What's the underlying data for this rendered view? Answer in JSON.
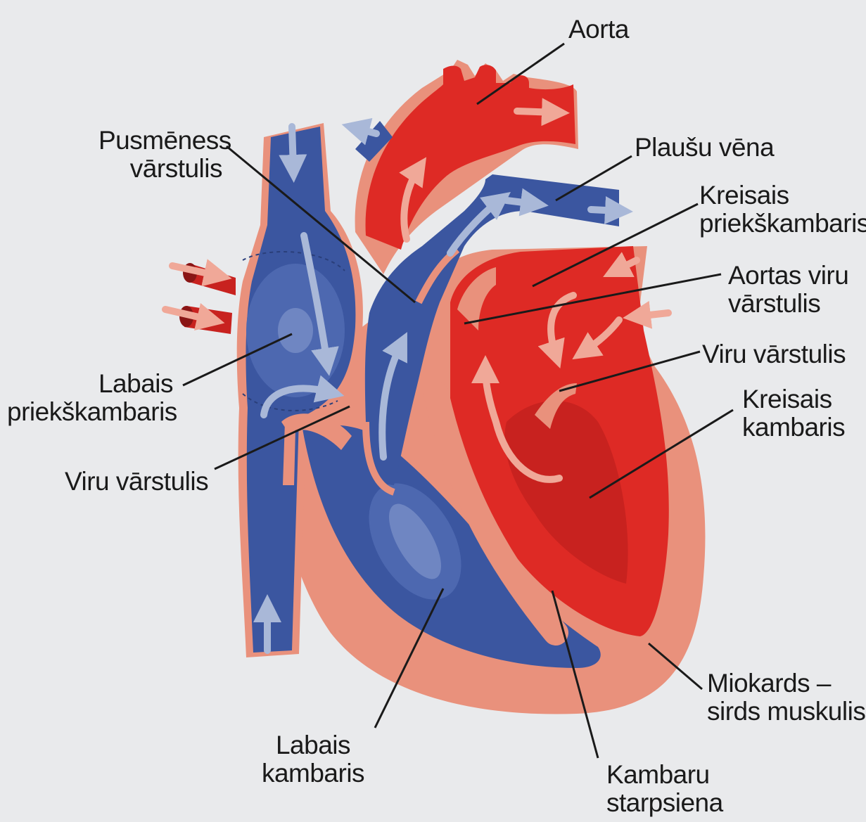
{
  "labels": {
    "aorta": [
      "Aorta"
    ],
    "pusmeness": [
      "Pusmēness",
      "vārstulis"
    ],
    "plausu_vena": [
      "Plaušu vēna"
    ],
    "kreisais_priekskambaris": [
      "Kreisais",
      "priekškambaris"
    ],
    "aortas_viru": [
      "Aortas viru",
      "vārstulis"
    ],
    "viru_right": [
      "Viru vārstulis"
    ],
    "kreisais_kambaris": [
      "Kreisais",
      "kambaris"
    ],
    "labais_priekskambaris": [
      "Labais",
      "priekškambaris"
    ],
    "viru_left": [
      "Viru vārstulis"
    ],
    "labais_kambaris": [
      "Labais",
      "kambaris"
    ],
    "kambaru_starpsiena": [
      "Kambaru",
      "starpsiena"
    ],
    "miokards": [
      "Miokards –",
      "sirds muskulis"
    ]
  },
  "colors": {
    "background": "#e9eaec",
    "myocardium": "#e9917c",
    "oxygenated_blood": "#de2a25",
    "deoxygenated_blood": "#3b56a0",
    "flow_arrows": "#a9b8d8",
    "leader_lines": "#1a1a1a"
  }
}
